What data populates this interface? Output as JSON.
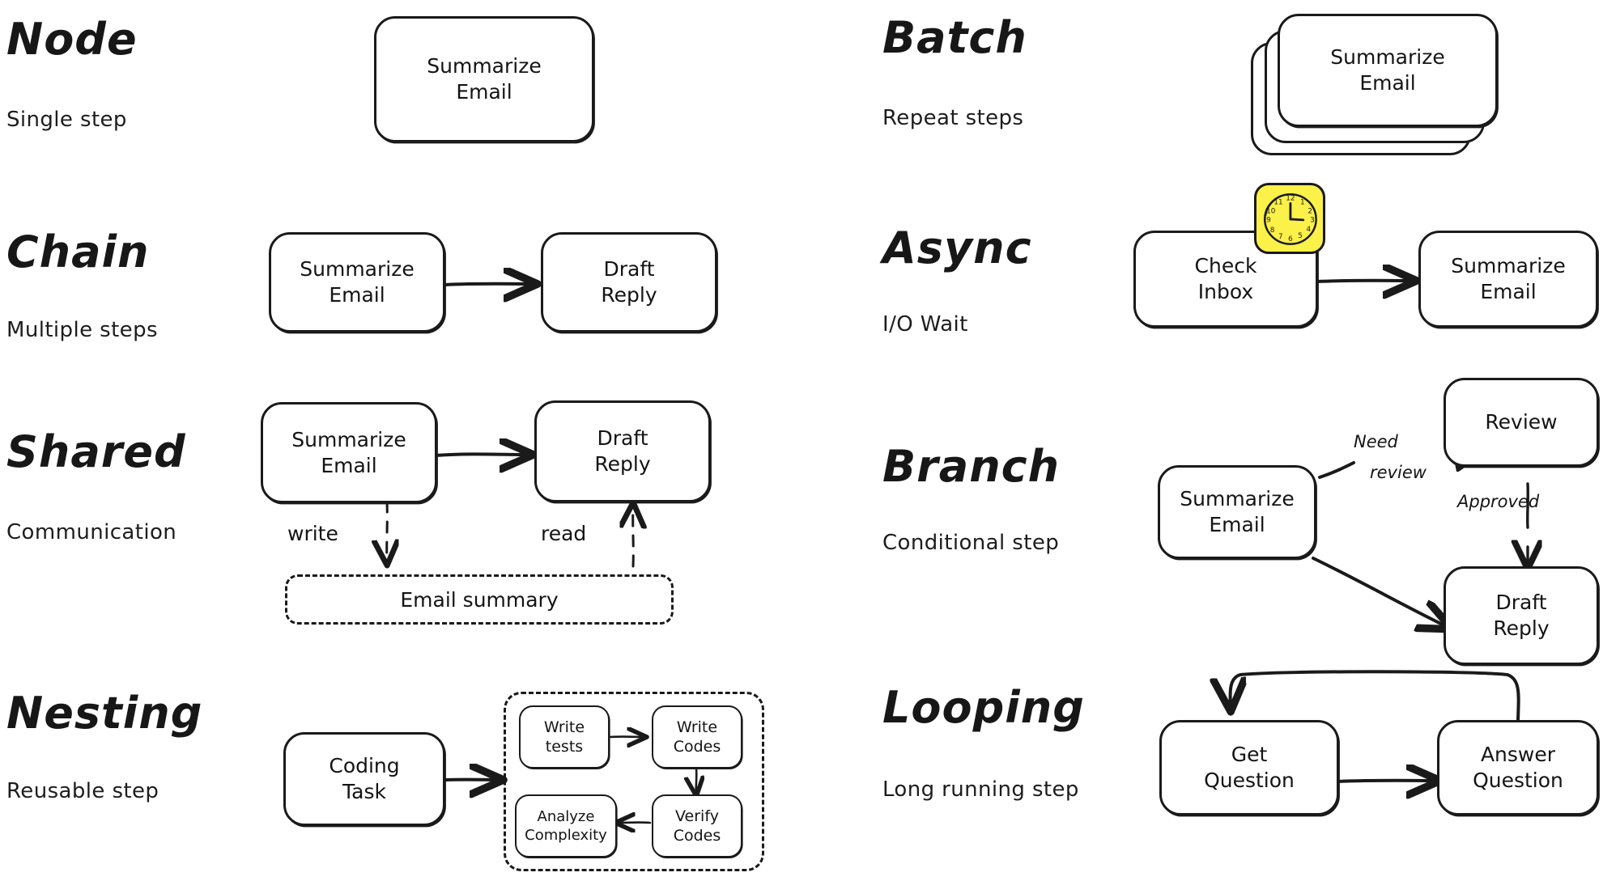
{
  "page": {
    "background": "#ffffff",
    "ink": "#1a1a1a",
    "accent_yellow": "#fbf148"
  },
  "rows": [
    {
      "id": "node",
      "title": "Node",
      "subtitle": "Single step",
      "nodes": [
        {
          "id": "summarize-email",
          "label": "Summarize\nEmail"
        }
      ],
      "edges": []
    },
    {
      "id": "batch",
      "title": "Batch",
      "subtitle": "Repeat steps",
      "nodes": [
        {
          "id": "summarize-email-stack",
          "label": "Summarize\nEmail",
          "stacked": 3
        }
      ],
      "edges": []
    },
    {
      "id": "chain",
      "title": "Chain",
      "subtitle": "Multiple steps",
      "nodes": [
        {
          "id": "summarize-email",
          "label": "Summarize\nEmail"
        },
        {
          "id": "draft-reply",
          "label": "Draft\nReply"
        }
      ],
      "edges": [
        {
          "from": "summarize-email",
          "to": "draft-reply",
          "label": "",
          "style": "solid"
        }
      ]
    },
    {
      "id": "async",
      "title": "Async",
      "subtitle": "I/O Wait",
      "nodes": [
        {
          "id": "check-inbox",
          "label": "Check\nInbox",
          "badge": "clock-icon"
        },
        {
          "id": "summarize-email",
          "label": "Summarize\nEmail"
        }
      ],
      "edges": [
        {
          "from": "check-inbox",
          "to": "summarize-email",
          "label": "",
          "style": "solid"
        }
      ]
    },
    {
      "id": "shared",
      "title": "Shared",
      "subtitle": "Communication",
      "nodes": [
        {
          "id": "summarize-email",
          "label": "Summarize\nEmail"
        },
        {
          "id": "draft-reply",
          "label": "Draft\nReply"
        },
        {
          "id": "email-summary-store",
          "label": "Email summary",
          "shape": "dashed"
        }
      ],
      "edges": [
        {
          "from": "summarize-email",
          "to": "draft-reply",
          "label": "",
          "style": "solid"
        },
        {
          "from": "summarize-email",
          "to": "email-summary-store",
          "label": "write",
          "style": "dashed"
        },
        {
          "from": "email-summary-store",
          "to": "draft-reply",
          "label": "read",
          "style": "dashed"
        }
      ]
    },
    {
      "id": "branch",
      "title": "Branch",
      "subtitle": "Conditional step",
      "nodes": [
        {
          "id": "summarize-email",
          "label": "Summarize\nEmail"
        },
        {
          "id": "review",
          "label": "Review"
        },
        {
          "id": "draft-reply",
          "label": "Draft\nReply"
        }
      ],
      "edges": [
        {
          "from": "summarize-email",
          "to": "review",
          "label": "Need\nreview",
          "style": "solid"
        },
        {
          "from": "review",
          "to": "draft-reply",
          "label": "Approved",
          "style": "solid"
        },
        {
          "from": "summarize-email",
          "to": "draft-reply",
          "label": "",
          "style": "solid"
        }
      ]
    },
    {
      "id": "nesting",
      "title": "Nesting",
      "subtitle": "Reusable step",
      "nodes": [
        {
          "id": "coding-task",
          "label": "Coding\nTask"
        },
        {
          "id": "write-tests",
          "label": "Write\ntests"
        },
        {
          "id": "write-codes",
          "label": "Write\nCodes"
        },
        {
          "id": "verify-codes",
          "label": "Verify\nCodes"
        },
        {
          "id": "analyze-complexity",
          "label": "Analyze\nComplexity"
        }
      ],
      "edges": [
        {
          "from": "coding-task",
          "to": "write-tests",
          "label": "",
          "style": "solid"
        },
        {
          "from": "write-tests",
          "to": "write-codes",
          "label": "",
          "style": "solid"
        },
        {
          "from": "write-codes",
          "to": "verify-codes",
          "label": "",
          "style": "solid"
        },
        {
          "from": "verify-codes",
          "to": "analyze-complexity",
          "label": "",
          "style": "solid"
        }
      ]
    },
    {
      "id": "looping",
      "title": "Looping",
      "subtitle": "Long running step",
      "nodes": [
        {
          "id": "get-question",
          "label": "Get\nQuestion"
        },
        {
          "id": "answer-question",
          "label": "Answer\nQuestion"
        }
      ],
      "edges": [
        {
          "from": "get-question",
          "to": "answer-question",
          "label": "",
          "style": "solid"
        },
        {
          "from": "answer-question",
          "to": "get-question",
          "label": "",
          "style": "solid-loop"
        }
      ]
    }
  ],
  "labels": {
    "node_title": "Node",
    "node_sub": "Single step",
    "batch_title": "Batch",
    "batch_sub": "Repeat steps",
    "chain_title": "Chain",
    "chain_sub": "Multiple steps",
    "async_title": "Async",
    "async_sub": "I/O Wait",
    "shared_title": "Shared",
    "shared_sub": "Communication",
    "branch_title": "Branch",
    "branch_sub": "Conditional step",
    "nesting_title": "Nesting",
    "nesting_sub": "Reusable step",
    "looping_title": "Looping",
    "looping_sub": "Long running step"
  },
  "nodes_text": {
    "summarize_email": "Summarize\nEmail",
    "draft_reply": "Draft\nReply",
    "check_inbox": "Check\nInbox",
    "email_summary": "Email summary",
    "review": "Review",
    "coding_task": "Coding\nTask",
    "write_tests": "Write\ntests",
    "write_codes": "Write\nCodes",
    "verify_codes": "Verify\nCodes",
    "analyze_complexity": "Analyze\nComplexity",
    "get_question": "Get\nQuestion",
    "answer_question": "Answer\nQuestion"
  },
  "edge_labels": {
    "write": "write",
    "read": "read",
    "need_review_1": "Need",
    "need_review_2": "review",
    "approved": "Approved"
  },
  "clock": {
    "icon": "clock-icon",
    "face_color": "#fbf148",
    "hour_numbers": [
      "12",
      "1",
      "2",
      "3",
      "4",
      "5",
      "6",
      "7",
      "8",
      "9",
      "10",
      "11"
    ],
    "time": "3:00"
  }
}
